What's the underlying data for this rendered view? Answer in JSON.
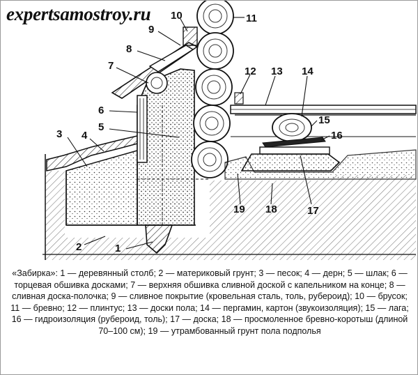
{
  "site": {
    "title": "expertsamostroy.ru"
  },
  "diagram": {
    "labels": [
      {
        "num": "1"
      },
      {
        "num": "2"
      },
      {
        "num": "3"
      },
      {
        "num": "4"
      },
      {
        "num": "5"
      },
      {
        "num": "6"
      },
      {
        "num": "7"
      },
      {
        "num": "8"
      },
      {
        "num": "9"
      },
      {
        "num": "10"
      },
      {
        "num": "11"
      },
      {
        "num": "12"
      },
      {
        "num": "13"
      },
      {
        "num": "14"
      },
      {
        "num": "15"
      },
      {
        "num": "16"
      },
      {
        "num": "17"
      },
      {
        "num": "18"
      },
      {
        "num": "19"
      }
    ]
  },
  "caption": {
    "text": "«Забирка»: 1 — деревянный столб; 2 — материковый грунт; 3 — песок; 4 — дерн; 5 — шлак; 6 — торцевая обшивка досками; 7 — верхняя обшивка сливной доской с капельником на конце; 8 — сливная доска-полочка; 9 — сливное покрытие (кровельная сталь, толь, рубероид);      10 — брусок; 11 — бревно; 12 — плинтус; 13 — доски пола; 14 — пергамин, картон (звукоизоляция); 15 — лага; 16 — гидроизоляция (рубероид, толь); 17 — доска; 18 — просмоленное бревно-коротыш (длиной 70–100 см); 19 — утрамбованный грунт пола подполья"
  }
}
